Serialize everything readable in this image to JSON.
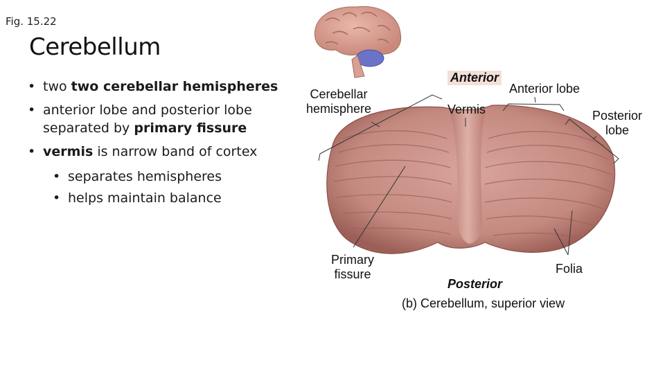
{
  "header": {
    "figure_number": "Fig. 15.22",
    "title": "Cerebellum"
  },
  "bullets": {
    "b1_bold": "two cerebellar hemispheres",
    "b2_text": "anterior lobe and posterior lobe separated by",
    "b2_bold": "primary fissure",
    "b3_bold": "vermis",
    "b3_text": "is narrow band of cortex",
    "sub1": "separates hemispheres",
    "sub2": "helps maintain balance"
  },
  "figure": {
    "label_anterior": "Anterior",
    "label_anterior_lobe": "Anterior lobe",
    "label_vermis": "Vermis",
    "label_cerebellar_hemisphere": "Cerebellar hemisphere",
    "label_posterior_lobe": "Posterior lobe",
    "label_primary_fissure": "Primary fissure",
    "label_folia": "Folia",
    "label_posterior": "Posterior",
    "caption": "(b) Cerebellum, superior view"
  },
  "colors": {
    "tissue": "#c98f86",
    "tissue_dark": "#a5665f",
    "vermis": "#d7a79d",
    "brain": "#d9a094",
    "cerebellum_highlight": "#6b73c8",
    "anterior_box": "#f4dfd9"
  }
}
